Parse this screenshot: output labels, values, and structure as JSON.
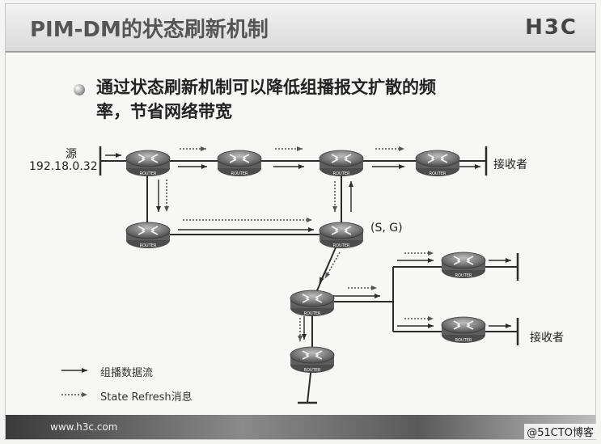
{
  "slide": {
    "title": "PIM-DM的状态刷新机制",
    "logo": "H3C",
    "bullet_lines": [
      "通过状态刷新机制可以降低组播报文扩散的频",
      "率，节省网络带宽"
    ]
  },
  "diagram": {
    "source_label": "源",
    "source_ip": "192.18.0.32",
    "receiver_label_top": "接收者",
    "receiver_label_bottom": "接收者",
    "sg_label": "(S, G)",
    "router_label": "ROUTER"
  },
  "legend": {
    "data_flow": "组播数据流",
    "state_refresh": "State Refresh消息"
  },
  "footer": {
    "url": "www.h3c.com",
    "watermark": "@51CTO博客"
  },
  "colors": {
    "router_fill": "#7d7d7d",
    "line": "#2b2b2b",
    "title_text": "#555555"
  }
}
